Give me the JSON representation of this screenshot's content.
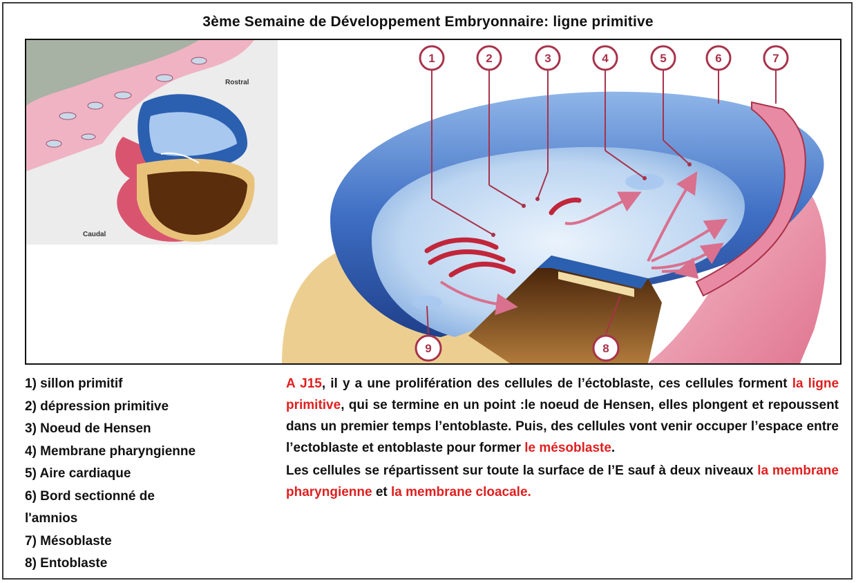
{
  "title": "3ème  Semaine de  Développement Embryonnaire: ligne primitive",
  "figure": {
    "inset_labels": {
      "rostral": "Rostral",
      "caudal": "Caudal"
    },
    "markers": [
      "1",
      "2",
      "3",
      "4",
      "5",
      "6",
      "7",
      "8",
      "9"
    ]
  },
  "legend": [
    "1) sillon primitif",
    "2) dépression primitive",
    "3)  Noeud de Hensen",
    "4) Membrane pharyngienne",
    "5) Aire cardiaque",
    "6) Bord sectionné de",
    "l'amnios",
    "7) Mésoblaste",
    "8) Entoblaste"
  ],
  "description": {
    "p1": {
      "s1": "A J15",
      "s2": ", il y a une prolifération des cellules de l’éctoblaste, ces cellules forment ",
      "s3": "la ligne primitive",
      "s4": ", qui se termine en un point :le noeud de Hensen, elles plongent et repoussent dans un premier temps l’entoblaste. Puis, des cellules vont venir occuper l’espace entre l’ectoblaste et entoblaste pour former ",
      "s5": "le mésoblaste",
      "s6": "."
    },
    "p2": {
      "s1": "Les cellules se répartissent sur toute la surface de l’E sauf à deux niveaux ",
      "s2": "la membrane pharyngienne",
      "s3": " et ",
      "s4": "la membrane cloacale."
    }
  },
  "colors": {
    "accent_red": "#e01f1f",
    "marker_ring": "#a8324a",
    "amnion_blue": "#3f6fc4",
    "disc_light_blue": "#cfe2f6",
    "yolk_brown": "#5a2d0c",
    "tissue_pink": "#e88aa3"
  }
}
